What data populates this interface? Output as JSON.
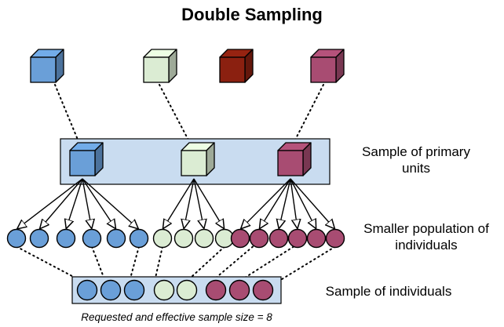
{
  "title": "Double Sampling",
  "labels": {
    "primary_sample_line1": "Sample of primary",
    "primary_sample_line2": "units",
    "smaller_population_line1": "Smaller population of",
    "smaller_population_line2": "individuals",
    "sample_individuals": "Sample of individuals",
    "caption": "Requested and effective sample size = 8"
  },
  "colors": {
    "blue": "#6a9fd8",
    "green": "#dbecd3",
    "red": "#8b2010",
    "magenta": "#a84c72",
    "box_fill": "#c9dcf0"
  },
  "population_units": [
    "blue",
    "green",
    "red",
    "magenta"
  ],
  "sampled_primary_units": [
    "blue",
    "green",
    "magenta"
  ],
  "individuals_per_unit": {
    "blue": 6,
    "green": 4,
    "magenta": 6
  },
  "sampled_individuals": [
    "blue",
    "blue",
    "blue",
    "green",
    "green",
    "magenta",
    "magenta",
    "magenta"
  ]
}
